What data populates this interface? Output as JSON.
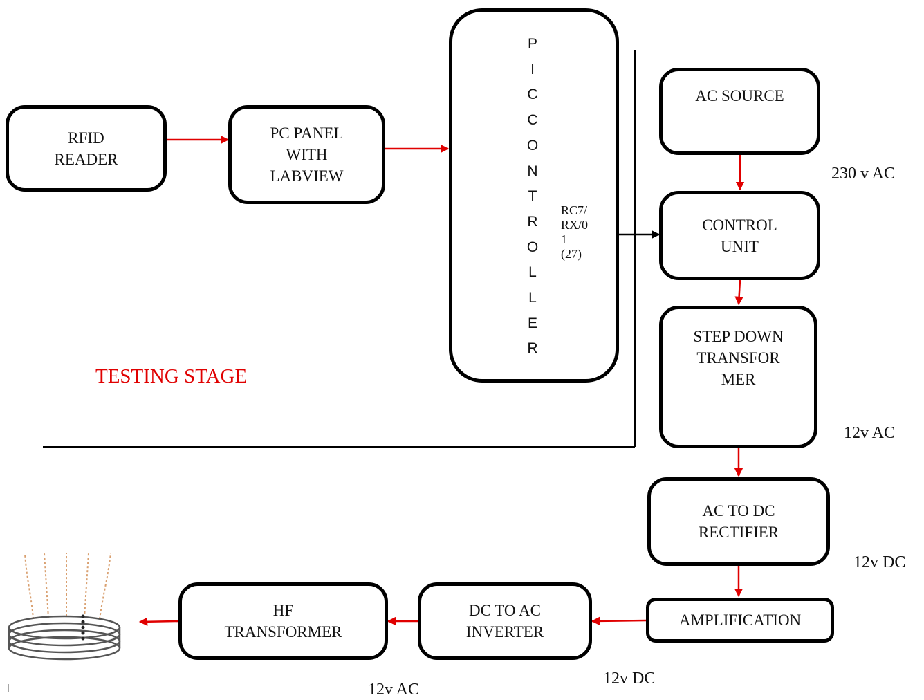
{
  "title": "",
  "blocks": {
    "rfid_reader": [
      "RFID",
      "READER"
    ],
    "pc_panel": [
      "PC PANEL",
      "WITH",
      "LABVIEW"
    ],
    "pic_controller": [
      "P",
      "I",
      "C",
      "C",
      "O",
      "N",
      "T",
      "R",
      "O",
      "L",
      "L",
      "E",
      "R"
    ],
    "pin_label": [
      "RC7/",
      "RX/0",
      "1",
      "(27)"
    ],
    "ac_source": [
      "AC SOURCE"
    ],
    "control_unit": [
      "CONTROL",
      "UNIT"
    ],
    "step_down_transformer": [
      "STEP DOWN",
      "TRANSFOR",
      "MER"
    ],
    "rectifier": [
      "AC TO DC",
      "RECTIFIER"
    ],
    "amplification": [
      "AMPLIFICATION"
    ],
    "inverter": [
      "DC TO AC",
      "INVERTER"
    ],
    "hf_transformer": [
      "HF",
      "TRANSFORMER"
    ]
  },
  "voltages": {
    "ac_source_out": "230 v AC",
    "transformer_out": "12v AC",
    "rectifier_out": "12v DC",
    "amplifier_out": "12v DC",
    "inverter_out": "12v AC"
  },
  "section_label": "TESTING STAGE",
  "colors": {
    "arrow_red": "#e00000",
    "arrow_black": "#000000",
    "section_label": "#e00000",
    "coil": "#555555",
    "field_lines": "#d9a070"
  },
  "icons": [
    "induction-coil-icon"
  ]
}
